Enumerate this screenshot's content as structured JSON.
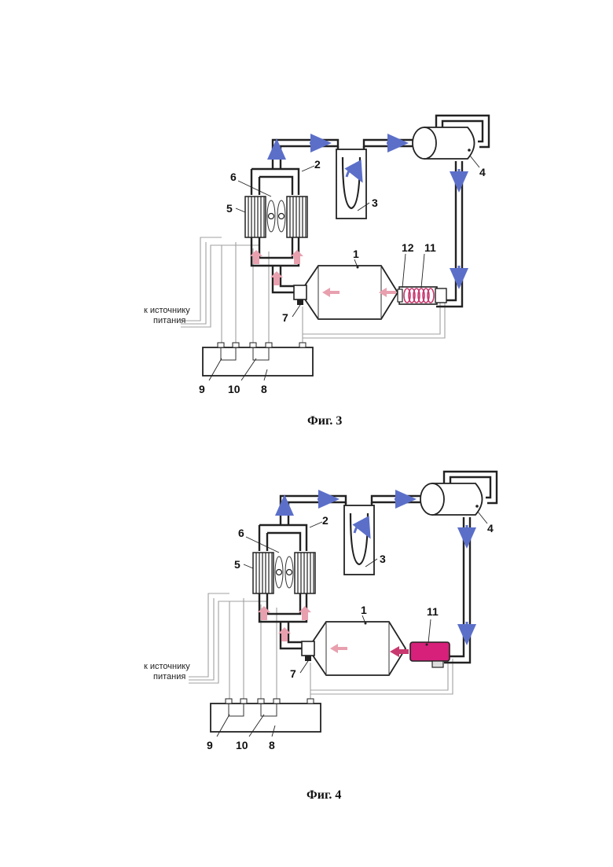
{
  "figures": [
    {
      "caption": "Фиг. 3",
      "power_label_line1": "к источнику",
      "power_label_line2": "питания",
      "labels": {
        "n1": "1",
        "n2": "2",
        "n3": "3",
        "n4": "4",
        "n5": "5",
        "n6": "6",
        "n7": "7",
        "n8": "8",
        "n9": "9",
        "n10": "10",
        "n11": "11",
        "n12": "12"
      }
    },
    {
      "caption": "Фиг. 4",
      "power_label_line1": "к источнику",
      "power_label_line2": "питания",
      "labels": {
        "n1": "1",
        "n2": "2",
        "n3": "3",
        "n4": "4",
        "n5": "5",
        "n6": "6",
        "n7": "7",
        "n8": "8",
        "n9": "9",
        "n10": "10",
        "n11": "11"
      }
    }
  ],
  "colors": {
    "cold_arrow": "#5b6fc9",
    "hot_arrow": "#e8a0ae",
    "heater_fill": "#d6207a",
    "coil": "#c8386e",
    "pipe": "#222222",
    "wire": "#a0a0a0"
  }
}
